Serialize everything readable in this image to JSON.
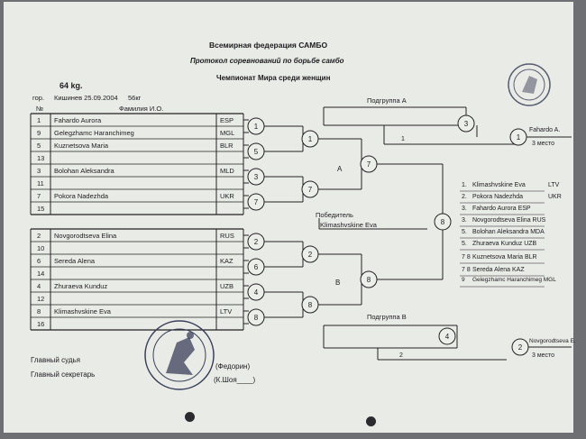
{
  "header": {
    "org": "Всемирная федерация САМБО",
    "protocol": "Протокол соревнований по борьбе самбо",
    "championship": "Чемпионат Мира среди женщин",
    "weight": "64 kg.",
    "city_label": "гор.",
    "city_date": "Кишинев 25.09.2004",
    "weight_code": "56кг"
  },
  "table": {
    "col_no": "№",
    "col_name": "Фамилия И.О."
  },
  "entrants": [
    {
      "no": "1",
      "name": "Fahardo Aurora",
      "country": "ESP"
    },
    {
      "no": "9",
      "name": "Gelegzhamc Haranchimeg",
      "country": "MGL"
    },
    {
      "no": "5",
      "name": "Kuznetsova Maria",
      "country": "BLR"
    },
    {
      "no": "13",
      "name": "",
      "country": ""
    },
    {
      "no": "3",
      "name": "Bolohan Aleksandra",
      "country": "MLD"
    },
    {
      "no": "11",
      "name": "",
      "country": ""
    },
    {
      "no": "7",
      "name": "Pokora Nadezhda",
      "country": "UKR"
    },
    {
      "no": "15",
      "name": "",
      "country": ""
    },
    {
      "no": "2",
      "name": "Novgorodtseva Elina",
      "country": "RUS"
    },
    {
      "no": "10",
      "name": "",
      "country": ""
    },
    {
      "no": "6",
      "name": "Sereda Alena",
      "country": "KAZ"
    },
    {
      "no": "14",
      "name": "",
      "country": ""
    },
    {
      "no": "4",
      "name": "Zhuraeva Kunduz",
      "country": "UZB"
    },
    {
      "no": "12",
      "name": "",
      "country": ""
    },
    {
      "no": "8",
      "name": "Klimashvskine Eva",
      "country": "LTV"
    },
    {
      "no": "16",
      "name": "",
      "country": ""
    }
  ],
  "bracket": {
    "r1": [
      "1",
      "5",
      "3",
      "7",
      "2",
      "6",
      "4",
      "8"
    ],
    "r2": [
      "1",
      "7",
      "2",
      "8"
    ],
    "semis": [
      "7",
      "8"
    ],
    "final": "8",
    "group_a": "A",
    "group_b": "B",
    "winner_label": "Победитель",
    "winner_name": "Klimashvskine Eva"
  },
  "repechage": {
    "a_title": "Подгруппа  А",
    "a_line": "1",
    "a_mid": "3",
    "a_out": "1",
    "a_name": "Fahardo A.",
    "a_place": "3 место",
    "b_title": "Подгруппа  В",
    "b_line": "2",
    "b_mid": "4",
    "b_out": "2",
    "b_name": "Novgorodtseva E.",
    "b_place": "3 место"
  },
  "results": [
    {
      "place": "1.",
      "name": "Klimashvskine Eva",
      "country": "LTV"
    },
    {
      "place": "2.",
      "name": "Pokora Nadezhda",
      "country": "UKR"
    },
    {
      "place": "3.",
      "name": "Fahardo Aurora ESP",
      "country": ""
    },
    {
      "place": "3.",
      "name": "Novgorodtseva Elina RUS",
      "country": ""
    },
    {
      "place": "5.",
      "name": "Bolohan Aleksandra MDA",
      "country": ""
    },
    {
      "place": "5.",
      "name": "Zhuraeva Kunduz UZB",
      "country": ""
    },
    {
      "place": "7 8",
      "name": "Kuznetsova Maria BLR",
      "country": ""
    },
    {
      "place": "7 8",
      "name": "Sereda Alena KAZ",
      "country": ""
    },
    {
      "place": "9",
      "name": "Gelegzhamc Haranchimeg MGL",
      "country": ""
    }
  ],
  "footer": {
    "judge_label": "Главный судья",
    "secretary_label": "Главный секретарь",
    "judge_name": "(Федорин)",
    "secretary_name": "(К.Шоя____)"
  }
}
